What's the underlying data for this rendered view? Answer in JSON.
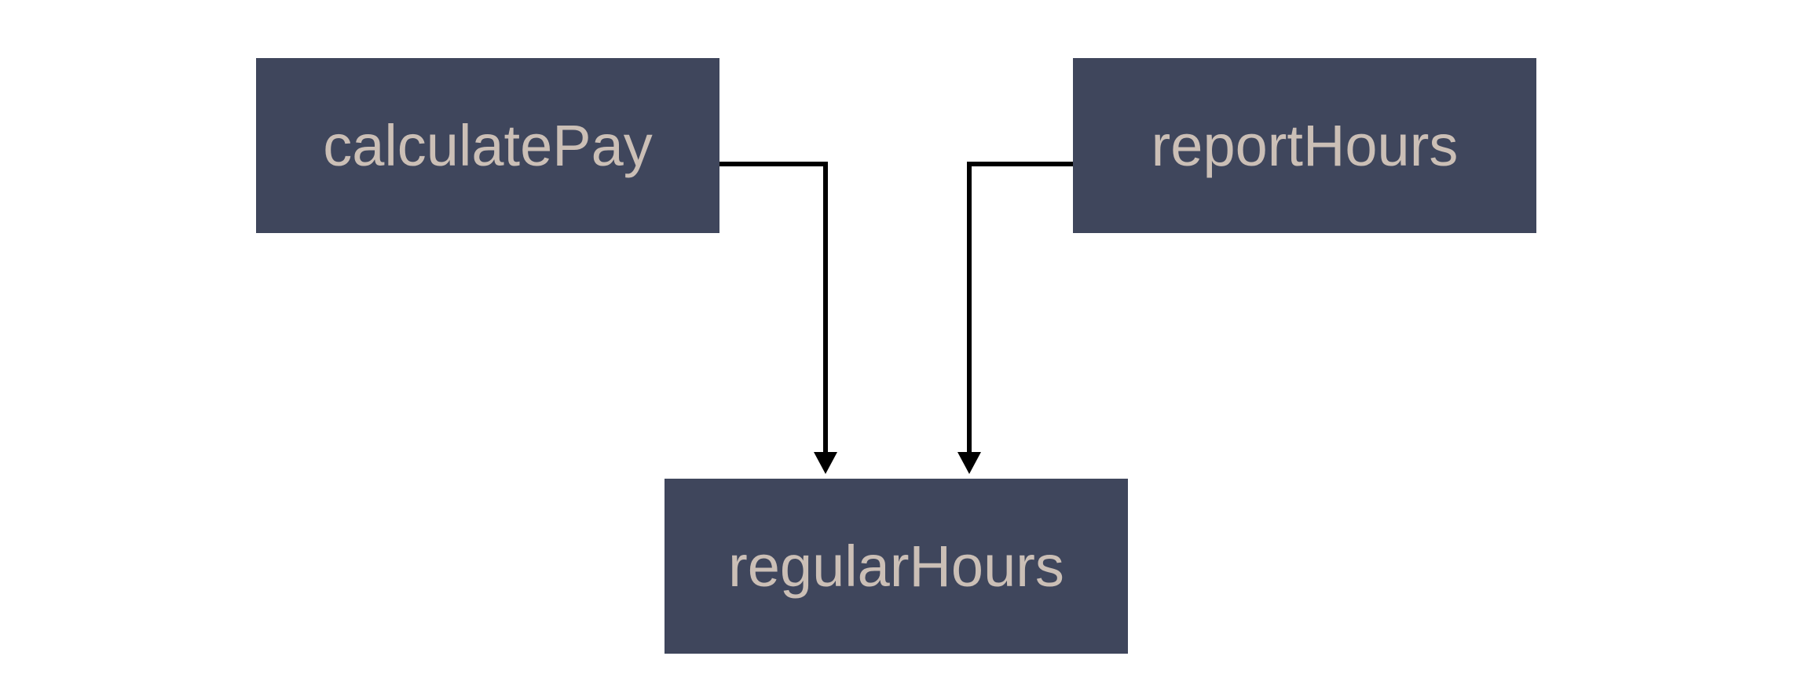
{
  "nodes": {
    "calculate_pay": "calculatePay",
    "report_hours": "reportHours",
    "regular_hours": "regularHours"
  },
  "edges": [
    {
      "from": "calculatePay",
      "to": "regularHours"
    },
    {
      "from": "reportHours",
      "to": "regularHours"
    }
  ],
  "colors": {
    "node_fill": "#3f465c",
    "node_text": "#cbbfb6",
    "edge": "#000000"
  }
}
